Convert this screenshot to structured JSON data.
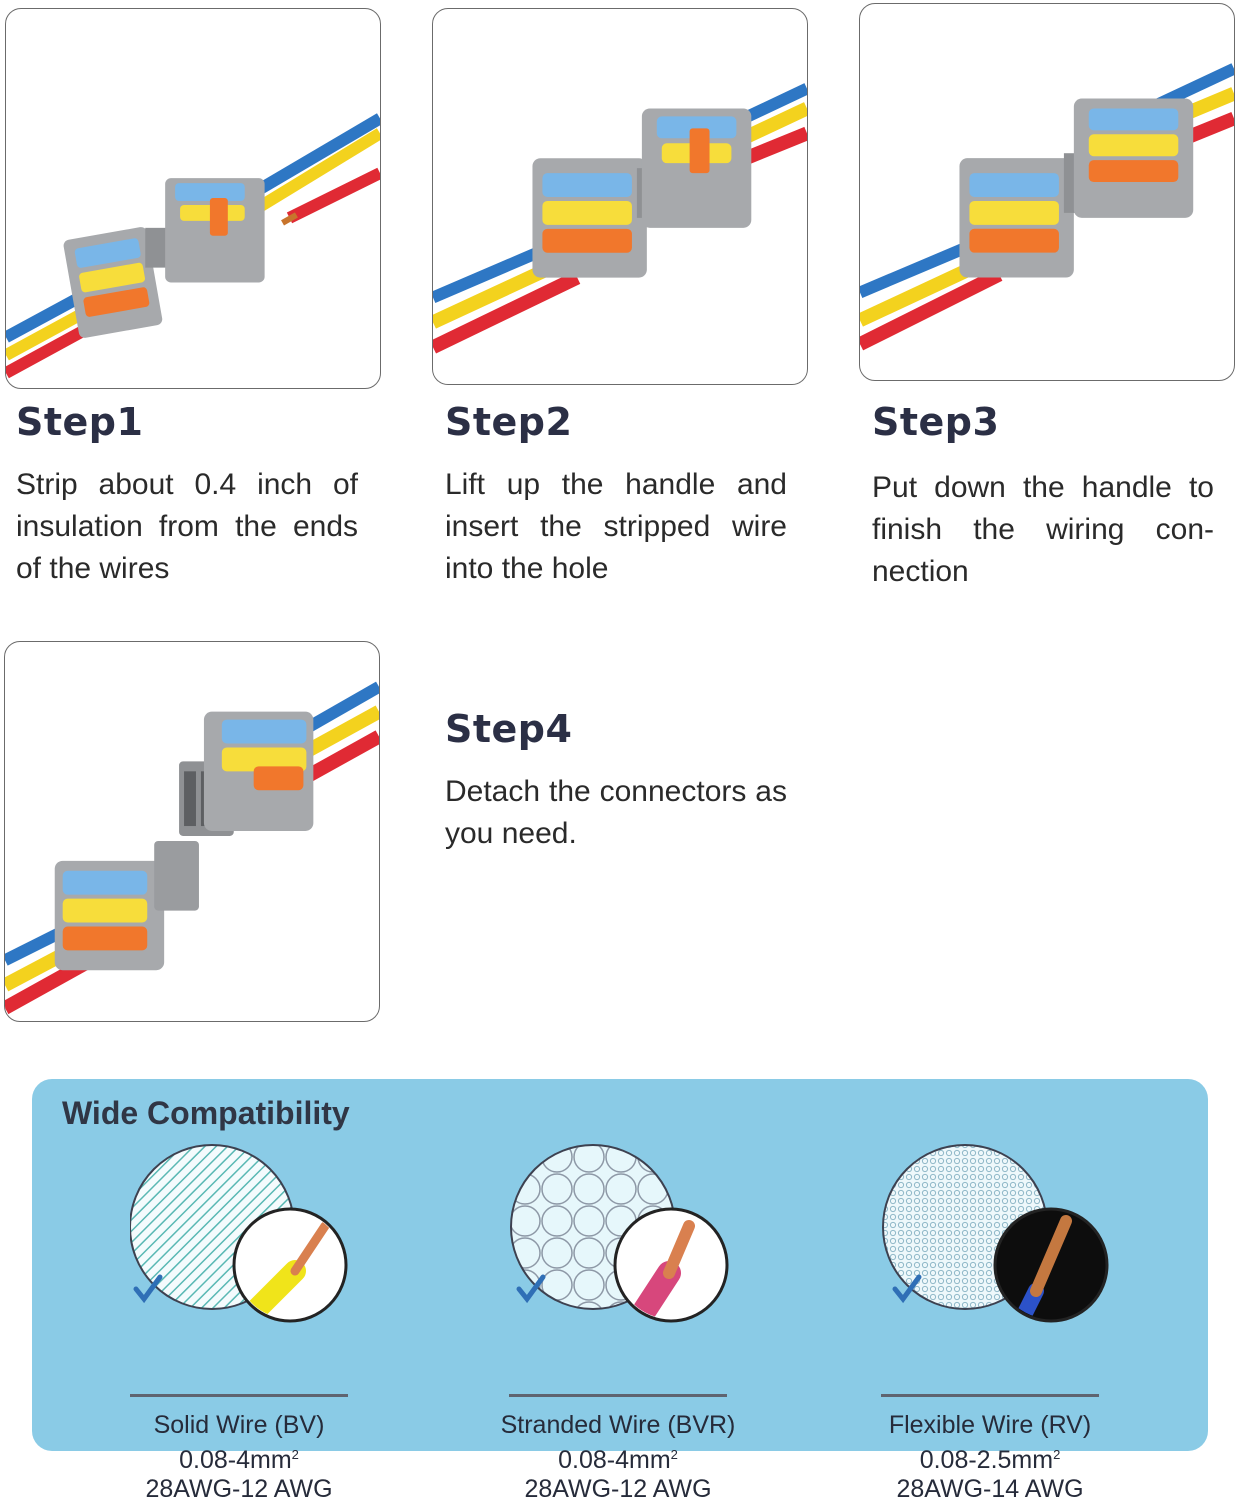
{
  "steps": [
    {
      "title": "Step1",
      "description": "Strip about 0.4 inch of insulation from the ends of the wires"
    },
    {
      "title": "Step2",
      "description": "Lift up the handle and insert the stripped wire into the hole"
    },
    {
      "title": "Step3",
      "description": "Put down the handle to finish the wiring con-nection"
    },
    {
      "title": "Step4",
      "description": "Detach the connectors as you need."
    }
  ],
  "compatibility": {
    "title": "Wide Compatibility",
    "wires": [
      {
        "name": "Solid Wire (BV)",
        "size": "0.08-4mm",
        "size_sup": "2",
        "awg": "28AWG-12 AWG",
        "icon": "solid-wire-icon"
      },
      {
        "name": "Stranded Wire (BVR)",
        "size": "0.08-4mm",
        "size_sup": "2",
        "awg": "28AWG-12 AWG",
        "icon": "stranded-wire-icon"
      },
      {
        "name": "Flexible Wire (RV)",
        "size": "0.08-2.5mm",
        "size_sup": "2",
        "awg": "28AWG-14 AWG",
        "icon": "flexible-wire-icon"
      }
    ]
  },
  "colors": {
    "wire_blue": "#2e77c4",
    "wire_yellow": "#f3d21e",
    "wire_red": "#e02a34",
    "lever_blue": "#79b6e8",
    "lever_yellow": "#f7dd3b",
    "lever_orange": "#f1772c",
    "connector_gray": "#a7a9ac",
    "panel_blue": "#8acbe6",
    "check_blue": "#2f6fb6"
  }
}
